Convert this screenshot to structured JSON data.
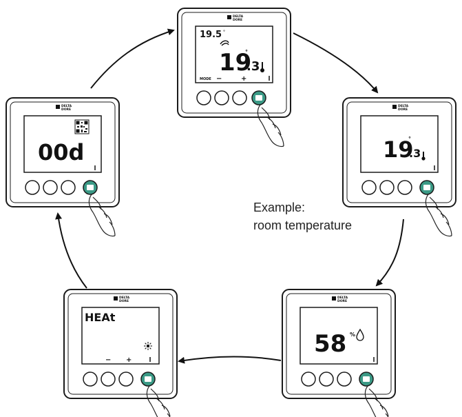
{
  "caption": {
    "line1": "Example:",
    "line2": "room temperature"
  },
  "brand": {
    "line1": "DELTA",
    "line2": "DORE"
  },
  "colors": {
    "accent": "#3b9a86",
    "stroke": "#1a1a1a"
  },
  "devices": [
    {
      "id": "top",
      "setpoint": "19.5",
      "setpoint_degree": "°",
      "mode_label": "MODE",
      "minus": "−",
      "plus": "+",
      "value_int": "19",
      "value_dec": ".3",
      "degree": "°",
      "icons": [
        "flame-icon",
        "thermometer-icon"
      ]
    },
    {
      "id": "right",
      "value_int": "19",
      "value_dec": ".3",
      "degree": "°",
      "icons": [
        "thermometer-icon"
      ]
    },
    {
      "id": "bottom-right",
      "value": "58",
      "unit": "%",
      "icons": [
        "droplet-icon"
      ]
    },
    {
      "id": "bottom-left",
      "value": "HEAt",
      "minus": "−",
      "plus": "+",
      "icons": [
        "sun-icon"
      ]
    },
    {
      "id": "left",
      "value": "00d",
      "icons": [
        "qr-code-icon"
      ]
    }
  ]
}
